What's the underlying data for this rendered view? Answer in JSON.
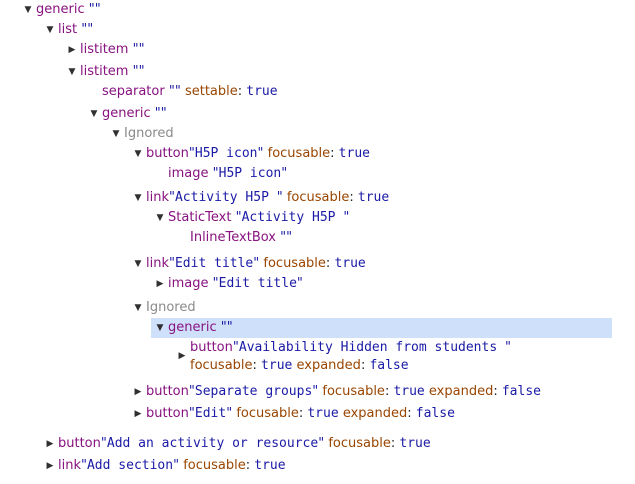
{
  "tree": {
    "n0_role": "generic",
    "n1_role": "list",
    "n2_role": "listitem",
    "n3_role": "listitem",
    "n4_role": "separator",
    "n4_attr": "settable",
    "n4_val": "true",
    "n5_role": "generic",
    "n6_text": "Ignored",
    "n7_role": "button",
    "n7_name": "H5P icon",
    "n7_attr": "focusable",
    "n7_val": "true",
    "n8_role": "image",
    "n8_name": "H5P icon",
    "n9_role": "link",
    "n9_name": "Activity H5P ",
    "n9_attr": "focusable",
    "n9_val": "true",
    "n10_role": "StaticText",
    "n10_name": "Activity H5P ",
    "n11_role": "InlineTextBox",
    "n12_role": "link",
    "n12_name": "Edit title",
    "n12_attr": "focusable",
    "n12_val": "true",
    "n13_role": "image",
    "n13_name": "Edit title",
    "n14_text": "Ignored",
    "n15_role": "generic",
    "n16_role": "button",
    "n16_name": "Availability Hidden from students ",
    "n16_glyph": "",
    "n16_attr1": "focusable",
    "n16_val1": "true",
    "n16_attr2": "expanded",
    "n16_val2": "false",
    "n17_role": "button",
    "n17_name": "Separate groups",
    "n17_attr1": "focusable",
    "n17_val1": "true",
    "n17_attr2": "expanded",
    "n17_val2": "false",
    "n18_role": "button",
    "n18_name": "Edit",
    "n18_attr1": "focusable",
    "n18_val1": "true",
    "n18_attr2": "expanded",
    "n18_val2": "false",
    "n19_role": "button",
    "n19_name": "Add an activity or resource",
    "n19_attr": "focusable",
    "n19_val": "true",
    "n20_role": "link",
    "n20_name": "Add section",
    "n20_attr": "focusable",
    "n20_val": "true"
  },
  "icons": {
    "expanded": "triangle-down-icon",
    "collapsed": "triangle-right-icon"
  }
}
